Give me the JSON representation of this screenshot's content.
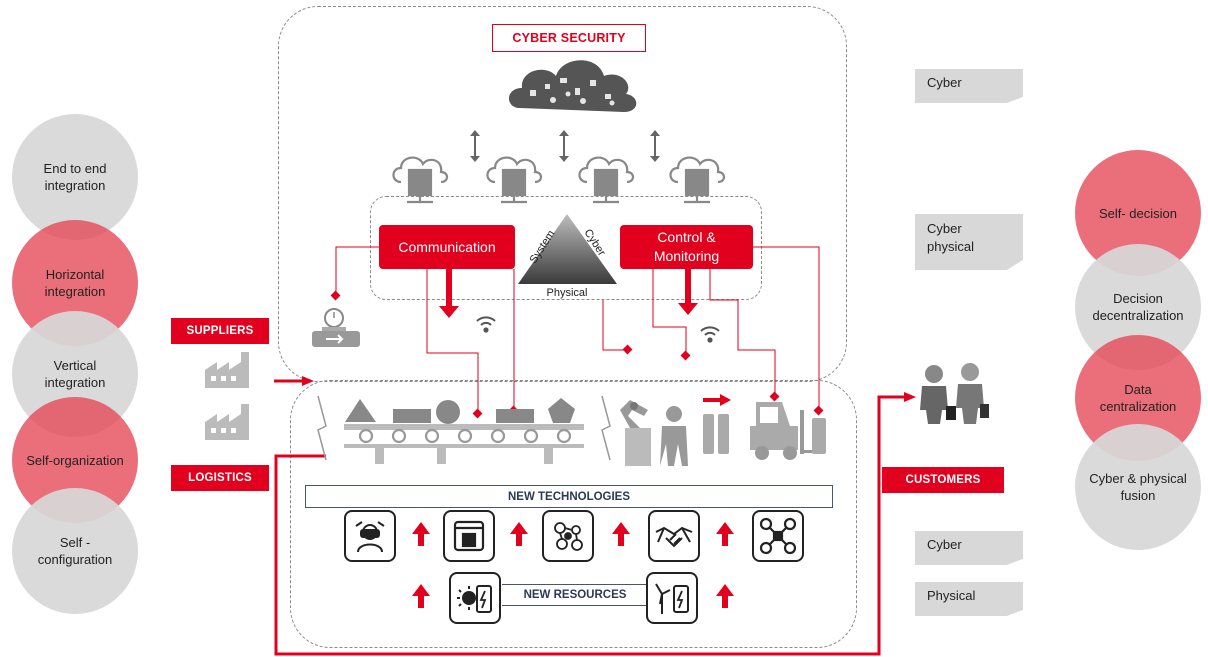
{
  "left_circles": [
    {
      "label": "End to end integration",
      "tone": "grey"
    },
    {
      "label": "Horizontal integration",
      "tone": "red"
    },
    {
      "label": "Vertical integration",
      "tone": "grey"
    },
    {
      "label": "Self-organization",
      "tone": "red"
    },
    {
      "label": "Self - configuration",
      "tone": "grey"
    }
  ],
  "right_circles": [
    {
      "label": "Self- decision",
      "tone": "red"
    },
    {
      "label": "Decision decentralization",
      "tone": "grey"
    },
    {
      "label": "Data centralization",
      "tone": "red"
    },
    {
      "label": "Cyber & physical fusion",
      "tone": "grey"
    }
  ],
  "labels": {
    "cyber_security": "CYBER SECURITY",
    "suppliers": "SUPPLIERS",
    "logistics": "LOGISTICS",
    "customers": "CUSTOMERS",
    "communication": "Communication",
    "control_monitoring_1": "Control &",
    "control_monitoring_2": "Monitoring",
    "triangle_system": "System",
    "triangle_cyber": "Cyber",
    "triangle_physical": "Physical",
    "new_technologies": "NEW TECHNOLOGIES",
    "new_resources": "NEW RESOURCES"
  },
  "tags": {
    "cyber_top": "Cyber",
    "cyber_physical_1": "Cyber",
    "cyber_physical_2": "physical",
    "cyber_bottom": "Cyber",
    "physical_bottom": "Physical"
  },
  "colors": {
    "accent_red": "#e1001e",
    "circle_red": "#e64655",
    "circle_grey": "#d7d7d7",
    "dashed_border": "#8a8a8a"
  },
  "icons": [
    "cloud-icon",
    "server-cloud-icon",
    "wifi-icon",
    "factory-icon",
    "flow-meter-icon",
    "conveyor-icon",
    "robot-arm-icon",
    "worker-icon",
    "forklift-icon",
    "customers-icon",
    "vr-headset-icon",
    "3d-printer-icon",
    "robot-hands-icon",
    "handshake-icon",
    "drone-icon",
    "solar-battery-icon",
    "wind-battery-icon"
  ]
}
